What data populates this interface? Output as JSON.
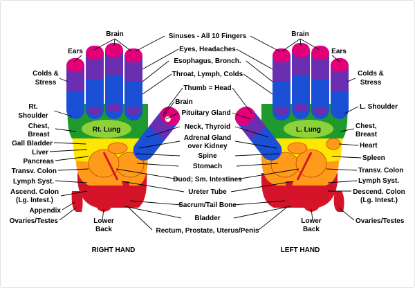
{
  "colors": {
    "purple": "#6a2fb0",
    "blue": "#1a4fd6",
    "magenta": "#e0007a",
    "green": "#1f9a2c",
    "lime": "#8fd13a",
    "yellow": "#ffe600",
    "orange": "#ff9a1a",
    "red": "#d5142a"
  },
  "right_hand": {
    "caption": "RIGHT HAND",
    "rt_lung": "Rt. Lung",
    "labels": {
      "brain": "Brain",
      "ears": "Ears",
      "colds_1": "Colds &",
      "colds_2": "Stress",
      "shoulder_1": "Rt.",
      "shoulder_2": "Shoulder",
      "chest_1": "Chest,",
      "chest_2": "Breast",
      "gall_bladder": "Gall Bladder",
      "liver": "Liver",
      "pancreas": "Pancreas",
      "transv_colon": "Transv. Colon",
      "lymph": "Lymph Syst.",
      "ascend_1": "Ascend. Colon",
      "ascend_2": "(Lg. Intest.)",
      "appendix": "Appendix",
      "ovaries": "Ovaries/Testes",
      "lower_back_1": "Lower",
      "lower_back_2": "Back"
    }
  },
  "center": {
    "sinuses": "Sinuses - All 10 Fingers",
    "eyes": "Eyes, Headaches",
    "esophagus": "Esophagus, Bronch.",
    "throat": "Throat, Lymph, Colds",
    "thumb": "Thumb = Head",
    "brain": "Brain",
    "pituitary": "Pituitary Gland",
    "neck": "Neck, Thyroid",
    "adrenal_1": "Adrenal Gland",
    "adrenal_2": "over Kidney",
    "spine": "Spine",
    "stomach": "Stomach",
    "duod": "Duod; Sm. Intestines",
    "ureter": "Ureter Tube",
    "sacrum": "Sacrum/Tail Bone",
    "bladder": "Bladder",
    "rectum": "Rectum, Prostate, Uterus/Penis"
  },
  "left_hand": {
    "caption": "LEFT HAND",
    "l_lung": "L. Lung",
    "labels": {
      "brain": "Brain",
      "ears": "Ears",
      "colds_1": "Colds &",
      "colds_2": "Stress",
      "shoulder": "L. Shoulder",
      "chest_1": "Chest,",
      "chest_2": "Breast",
      "heart": "Heart",
      "spleen": "Spleen",
      "transv_colon": "Transv. Colon",
      "lymph": "Lymph Syst.",
      "descend_1": "Descend. Colon",
      "descend_2": "(Lg. Intest.)",
      "ovaries": "Ovaries/Testes",
      "lower_back_1": "Lower",
      "lower_back_2": "Back"
    }
  }
}
